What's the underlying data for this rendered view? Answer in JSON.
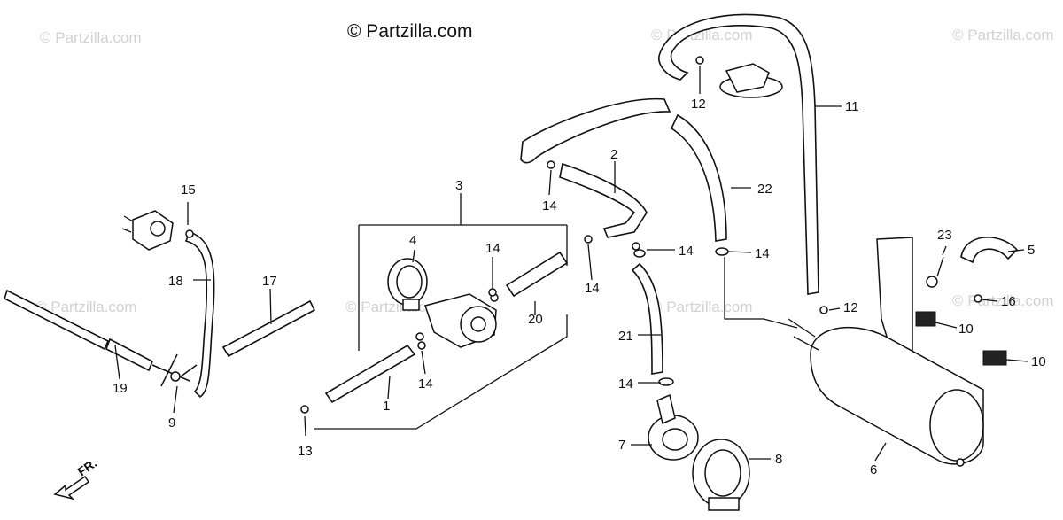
{
  "copyright": "© Partzilla.com",
  "watermark": "© Partzilla.com",
  "direction_label": "FR.",
  "callouts": [
    "1",
    "2",
    "3",
    "4",
    "5",
    "6",
    "7",
    "8",
    "9",
    "10",
    "10",
    "11",
    "12",
    "12",
    "13",
    "14",
    "14",
    "14",
    "14",
    "14",
    "14",
    "14",
    "15",
    "16",
    "17",
    "18",
    "19",
    "20",
    "21",
    "22",
    "23"
  ]
}
